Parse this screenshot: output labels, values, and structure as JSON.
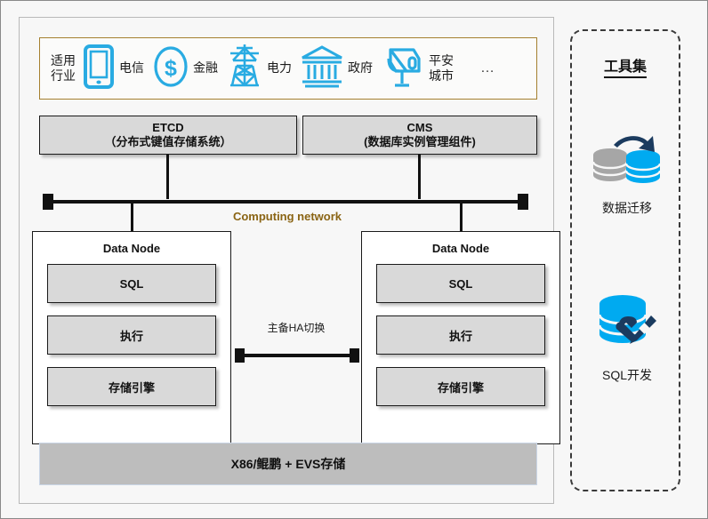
{
  "industry": {
    "label": "适用\n行业",
    "items": [
      {
        "icon": "tablet-icon",
        "name": "电信"
      },
      {
        "icon": "dollar-circle-icon",
        "name": "金融"
      },
      {
        "icon": "power-tower-icon",
        "name": "电力"
      },
      {
        "icon": "bank-building-icon",
        "name": "政府"
      },
      {
        "icon": "cctv-camera-icon",
        "name": "平安\n城市"
      }
    ],
    "ellipsis": "…",
    "border_color": "#A5802F",
    "icon_color": "#29ABE2"
  },
  "headers": [
    {
      "title": "ETCD",
      "subtitle": "（分布式键值存储系统）"
    },
    {
      "title": "CMS",
      "subtitle": "(数据库实例管理组件)"
    }
  ],
  "bus": {
    "label": "Computing network",
    "label_color": "#8A6414"
  },
  "data_nodes": [
    {
      "title": "Data Node",
      "layers": [
        "SQL",
        "执行",
        "存储引擎"
      ]
    },
    {
      "title": "Data Node",
      "layers": [
        "SQL",
        "执行",
        "存储引擎"
      ]
    }
  ],
  "ha": {
    "label": "主备HA切换"
  },
  "infrastructure": {
    "label": "X86/鲲鹏 + EVS存储",
    "fill_color": "#BDBDBD",
    "border_color": "#C9D5E6"
  },
  "toolset": {
    "title": "工具集",
    "tools": [
      {
        "icon": "data-migration-icon",
        "caption": "数据迁移"
      },
      {
        "icon": "sql-development-icon",
        "caption": "SQL开发"
      }
    ],
    "accent_cyan": "#00AAF0",
    "accent_navy": "#1B3B5F",
    "accent_gray": "#A6A6A6"
  }
}
